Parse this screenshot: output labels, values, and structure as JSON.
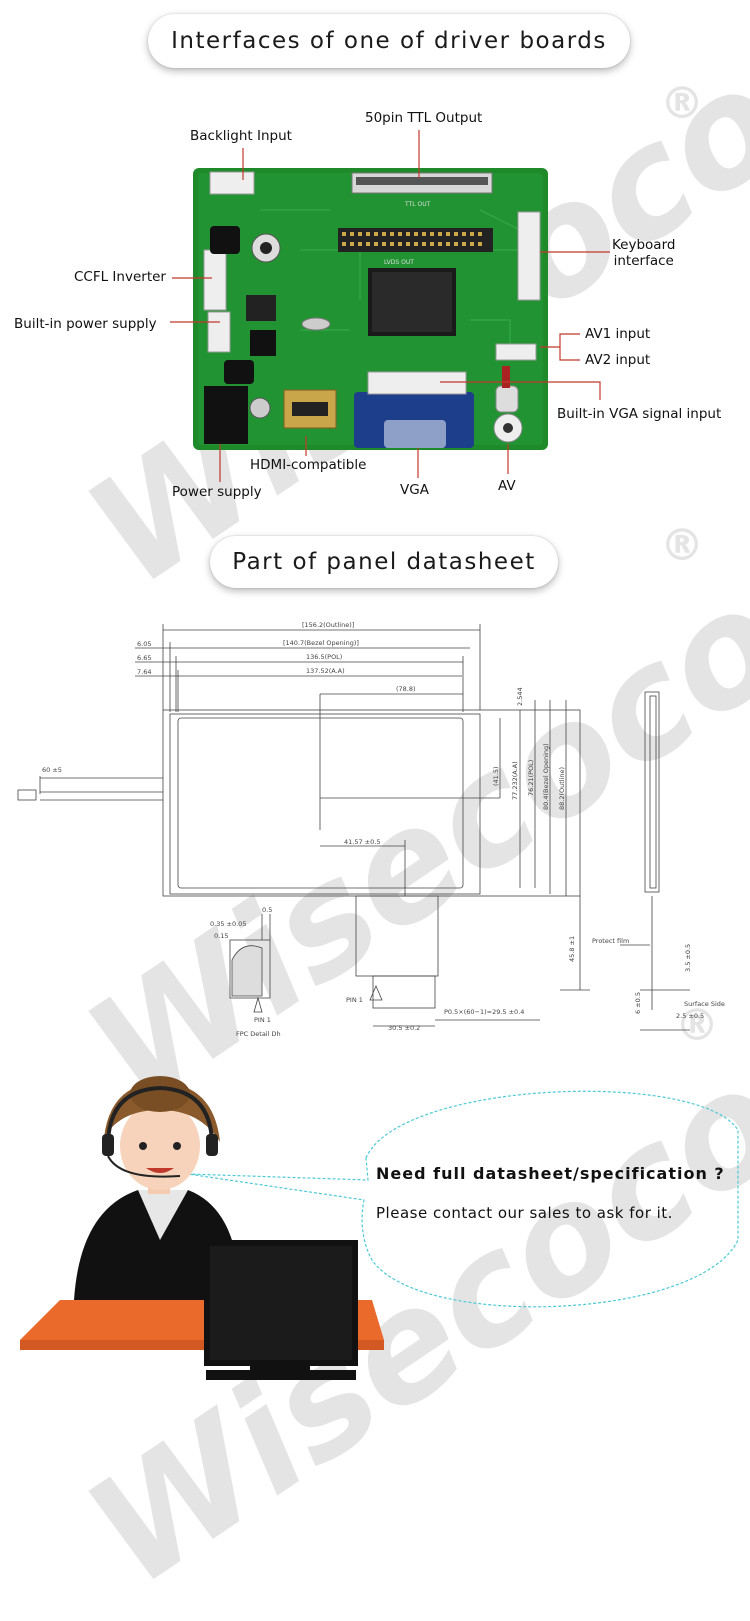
{
  "section1": {
    "title": "Interfaces of one of driver boards",
    "labels": {
      "backlight": "Backlight Input",
      "ttl": "50pin TTL Output",
      "keyboard_line1": "Keyboard",
      "keyboard_line2": "interface",
      "ccfl": "CCFL Inverter",
      "power_builtin": "Built-in power supply",
      "av1": "AV1 input",
      "av2": "AV2 input",
      "vga_signal": "Built-in VGA signal input",
      "hdmi": "HDMI-compatible",
      "power_supply": "Power supply",
      "vga": "VGA",
      "av": "AV"
    },
    "silkscreen": {
      "ttl_out": "TTL OUT",
      "lvds_out": "LVDS OUT"
    }
  },
  "section2": {
    "title": "Part of panel datasheet",
    "dims": {
      "d1": "6.05",
      "d2": "6.65",
      "d3": "7.64",
      "outline_w": "[156.2(Outline)]",
      "bezel_w": "[140.7(Bezel Opening)]",
      "pol_w": "136.5(POL)",
      "aa_w": "137.52(A.A)",
      "center": "(78.8)",
      "h_center": "(41.5)",
      "aa_h": "77.232(A.A)",
      "pol_h": "76.21(POL)",
      "bezel_h": "80.4(Bezel Opening)",
      "outline_h": "88.2(Outline)",
      "top_a": "2.544",
      "cable": "60 ±5",
      "fpc_off": "41.57 ±0.5",
      "fpc_w": "30.5 ±0.2",
      "pitch": "P0.5×(60−1)=29.5 ±0.4",
      "fpc_len": "45.8 ±1",
      "t1": "0.5",
      "t2": "0.35 ±0.05",
      "t3": "0.15",
      "pin1": "PIN 1",
      "fpc_detail": "FPC Detail Dh",
      "protect": "Protect film",
      "thick": "3.5 ±0.5",
      "s6": "6 ±0.5",
      "s2": "2.5 ±0.5",
      "surface": "Surface Side"
    }
  },
  "section3": {
    "question": "Need full datasheet/specification ?",
    "answer": "Please contact our sales to ask for it."
  },
  "watermark": {
    "brand": "Wisecoco",
    "reg": "®"
  }
}
